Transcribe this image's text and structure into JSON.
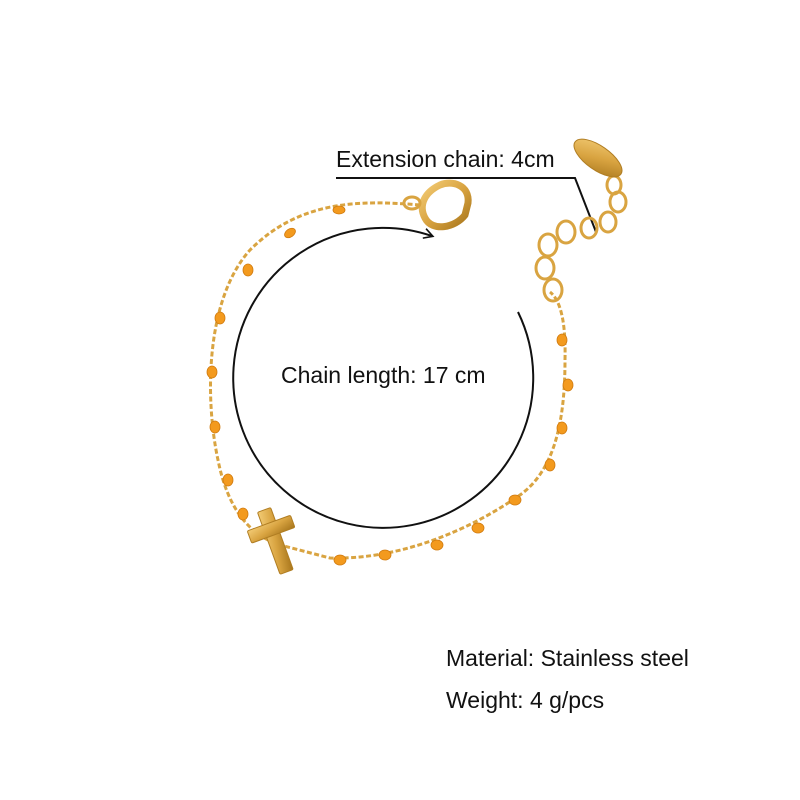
{
  "labels": {
    "extension_chain": "Extension chain: 4cm",
    "chain_length": "Chain length: 17 cm",
    "material": "Material: Stainless steel",
    "weight": "Weight: 4 g/pcs"
  },
  "colors": {
    "gold": "#d9a441",
    "gold_dark": "#b07d22",
    "bead_orange": "#f39a1e",
    "line": "#111111"
  }
}
